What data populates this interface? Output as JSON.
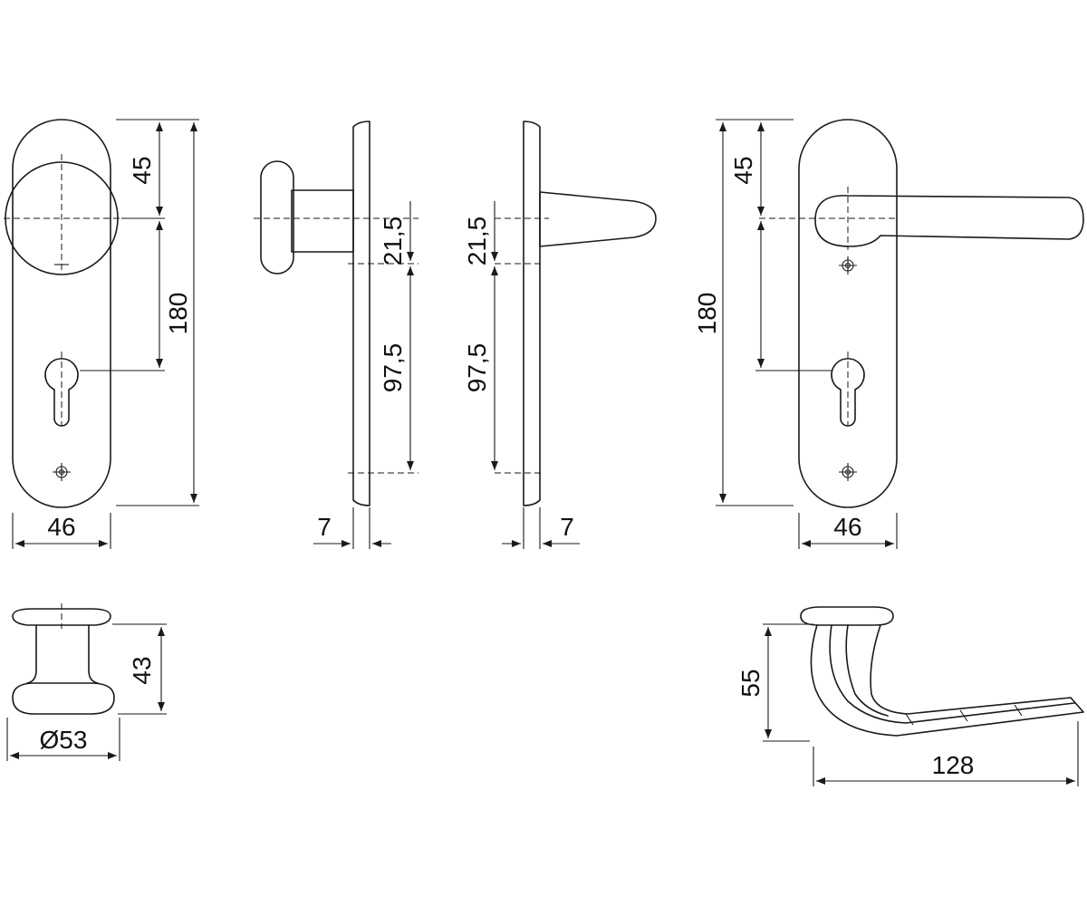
{
  "dimensions": {
    "knob_plate_width": "46",
    "knob_spindle_offset": "45",
    "knob_plate_height": "180",
    "knob_side_thickness": "7",
    "knob_side_upper": "21,5",
    "knob_side_lower": "97,5",
    "lever_side_thickness": "7",
    "lever_side_upper": "21,5",
    "lever_side_lower": "97,5",
    "lever_spindle_offset": "45",
    "lever_plate_height": "180",
    "lever_plate_width": "46",
    "knob_projection": "43",
    "knob_diameter": "Ø53",
    "lever_projection": "55",
    "lever_length": "128"
  },
  "colors": {
    "line": "#1a1a1a",
    "background": "#ffffff"
  }
}
